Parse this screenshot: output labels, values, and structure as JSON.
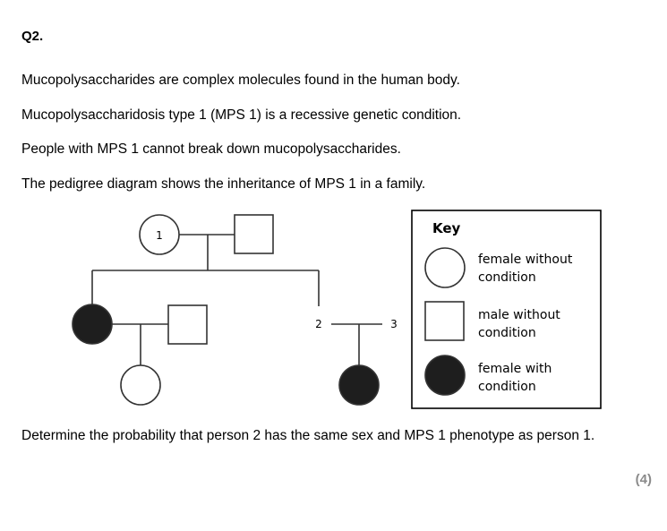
{
  "question": {
    "number": "Q2.",
    "paragraphs": [
      "Mucopolysaccharides are complex molecules found in the human body.",
      "Mucopolysaccharidosis type 1 (MPS 1) is a recessive genetic condition.",
      "People with MPS 1 cannot break down mucopolysaccharides.",
      "The pedigree diagram shows the inheritance of MPS 1 in a family."
    ],
    "prompt": "Determine the probability that person 2 has the same sex and MPS 1 phenotype as person 1.",
    "marks": "(4)"
  },
  "pedigree": {
    "labels": {
      "person1": "1",
      "person2": "2",
      "person3": "3"
    }
  },
  "key": {
    "title": "Key",
    "items": [
      {
        "line1": "female without",
        "line2": "condition"
      },
      {
        "line1": "male without",
        "line2": "condition"
      },
      {
        "line1": "female with",
        "line2": "condition"
      }
    ]
  }
}
